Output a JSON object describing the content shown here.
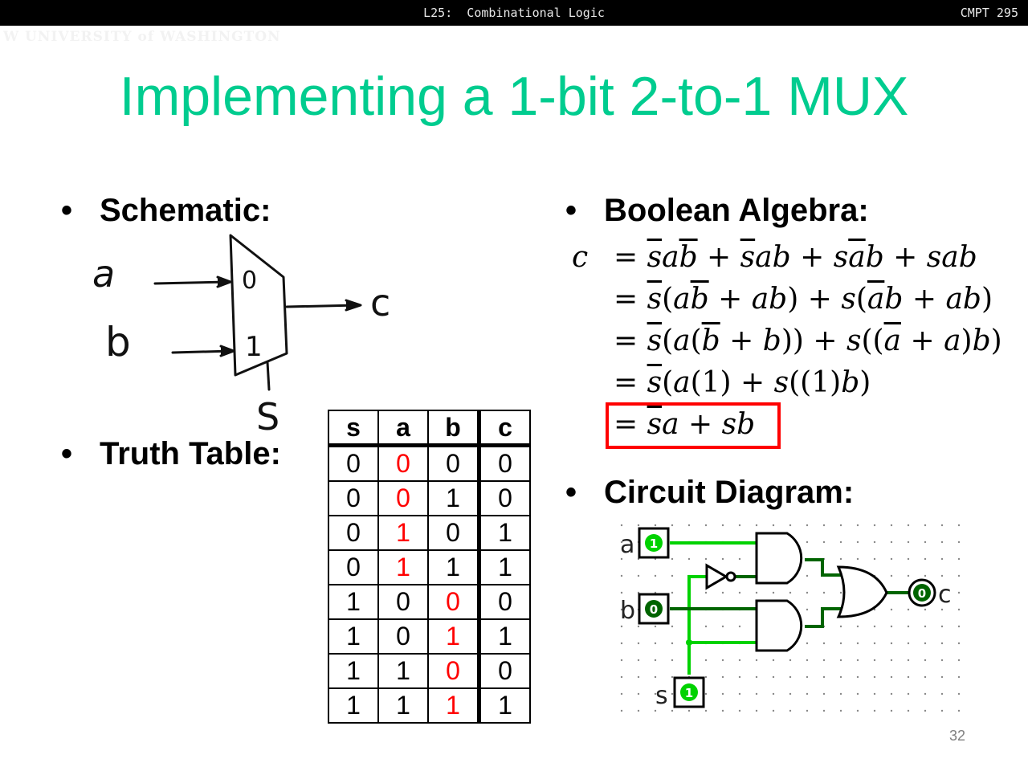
{
  "header": {
    "lecture": "L25:  Combinational Logic",
    "course": "CMPT 295",
    "logo_text": "W UNIVERSITY of WASHINGTON"
  },
  "slide": {
    "title": "Implementing a 1-bit 2-to-1 MUX",
    "page_number": "32",
    "bullets": {
      "schematic": "Schematic:",
      "truth_table": "Truth Table:",
      "boolean_algebra": "Boolean Algebra:",
      "circuit_diagram": "Circuit Diagram:"
    },
    "bullet_glyph": "•"
  },
  "schematic": {
    "inputs": [
      "a",
      "b"
    ],
    "input_port_labels": [
      "0",
      "1"
    ],
    "select_label": "S",
    "output_label": "c"
  },
  "truth_table": {
    "headers": [
      "s",
      "a",
      "b",
      "c"
    ],
    "rows": [
      {
        "cells": [
          "0",
          "0",
          "0",
          "0"
        ],
        "highlight_col": 1
      },
      {
        "cells": [
          "0",
          "0",
          "1",
          "0"
        ],
        "highlight_col": 1
      },
      {
        "cells": [
          "0",
          "1",
          "0",
          "1"
        ],
        "highlight_col": 1
      },
      {
        "cells": [
          "0",
          "1",
          "1",
          "1"
        ],
        "highlight_col": 1
      },
      {
        "cells": [
          "1",
          "0",
          "0",
          "0"
        ],
        "highlight_col": 2
      },
      {
        "cells": [
          "1",
          "0",
          "1",
          "1"
        ],
        "highlight_col": 2
      },
      {
        "cells": [
          "1",
          "1",
          "0",
          "0"
        ],
        "highlight_col": 2
      },
      {
        "cells": [
          "1",
          "1",
          "1",
          "1"
        ],
        "highlight_col": 2
      }
    ],
    "highlight_color": "#ff0000"
  },
  "boolean_algebra": {
    "lhs": "c",
    "steps": [
      "= s̄ab̄ + s̄ab + sāb + sab",
      "= s̄(ab̄ + ab) + s(āb + ab)",
      "= s̄(a(b̄ + b)) + s((ā + a)b)",
      "= s̄(a(1) + s((1)b)",
      "= s̄a + sb"
    ],
    "boxed_step_index": 4,
    "box_color": "#ff0000"
  },
  "circuit": {
    "inputs": [
      {
        "name": "a",
        "value": "1"
      },
      {
        "name": "b",
        "value": "0"
      },
      {
        "name": "s",
        "value": "1"
      }
    ],
    "output": {
      "name": "c",
      "value": "0"
    },
    "gates": [
      "NOT",
      "AND",
      "AND",
      "OR"
    ],
    "colors": {
      "high": "#00d200",
      "low": "#006400",
      "gate": "#000000"
    }
  },
  "colors": {
    "title": "#00cc8f",
    "topbar_bg": "#000000",
    "page_number": "#7f7f7f"
  }
}
